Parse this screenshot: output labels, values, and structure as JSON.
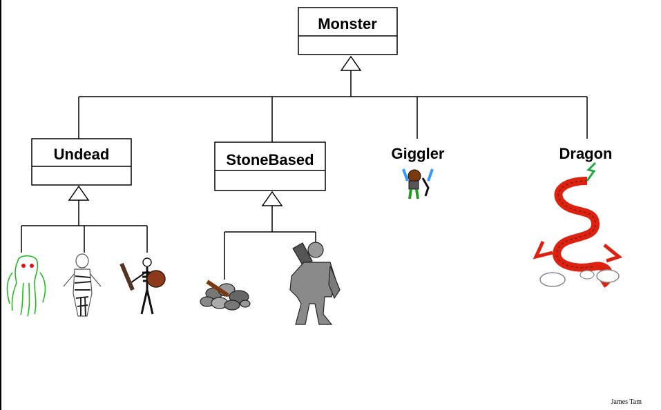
{
  "diagram": {
    "classes": {
      "monster": "Monster",
      "undead": "Undead",
      "stone_based": "StoneBased",
      "giggler": "Giggler",
      "dragon": "Dragon"
    }
  },
  "footer": {
    "author": "James Tam"
  },
  "colors": {
    "line": "#000000",
    "ghost": "#22bb22",
    "ghost_eyes": "#dd1111",
    "stone": "#808080",
    "dragon": "#dd2211",
    "giggler_blue": "#3399ff",
    "giggler_green": "#229922"
  }
}
